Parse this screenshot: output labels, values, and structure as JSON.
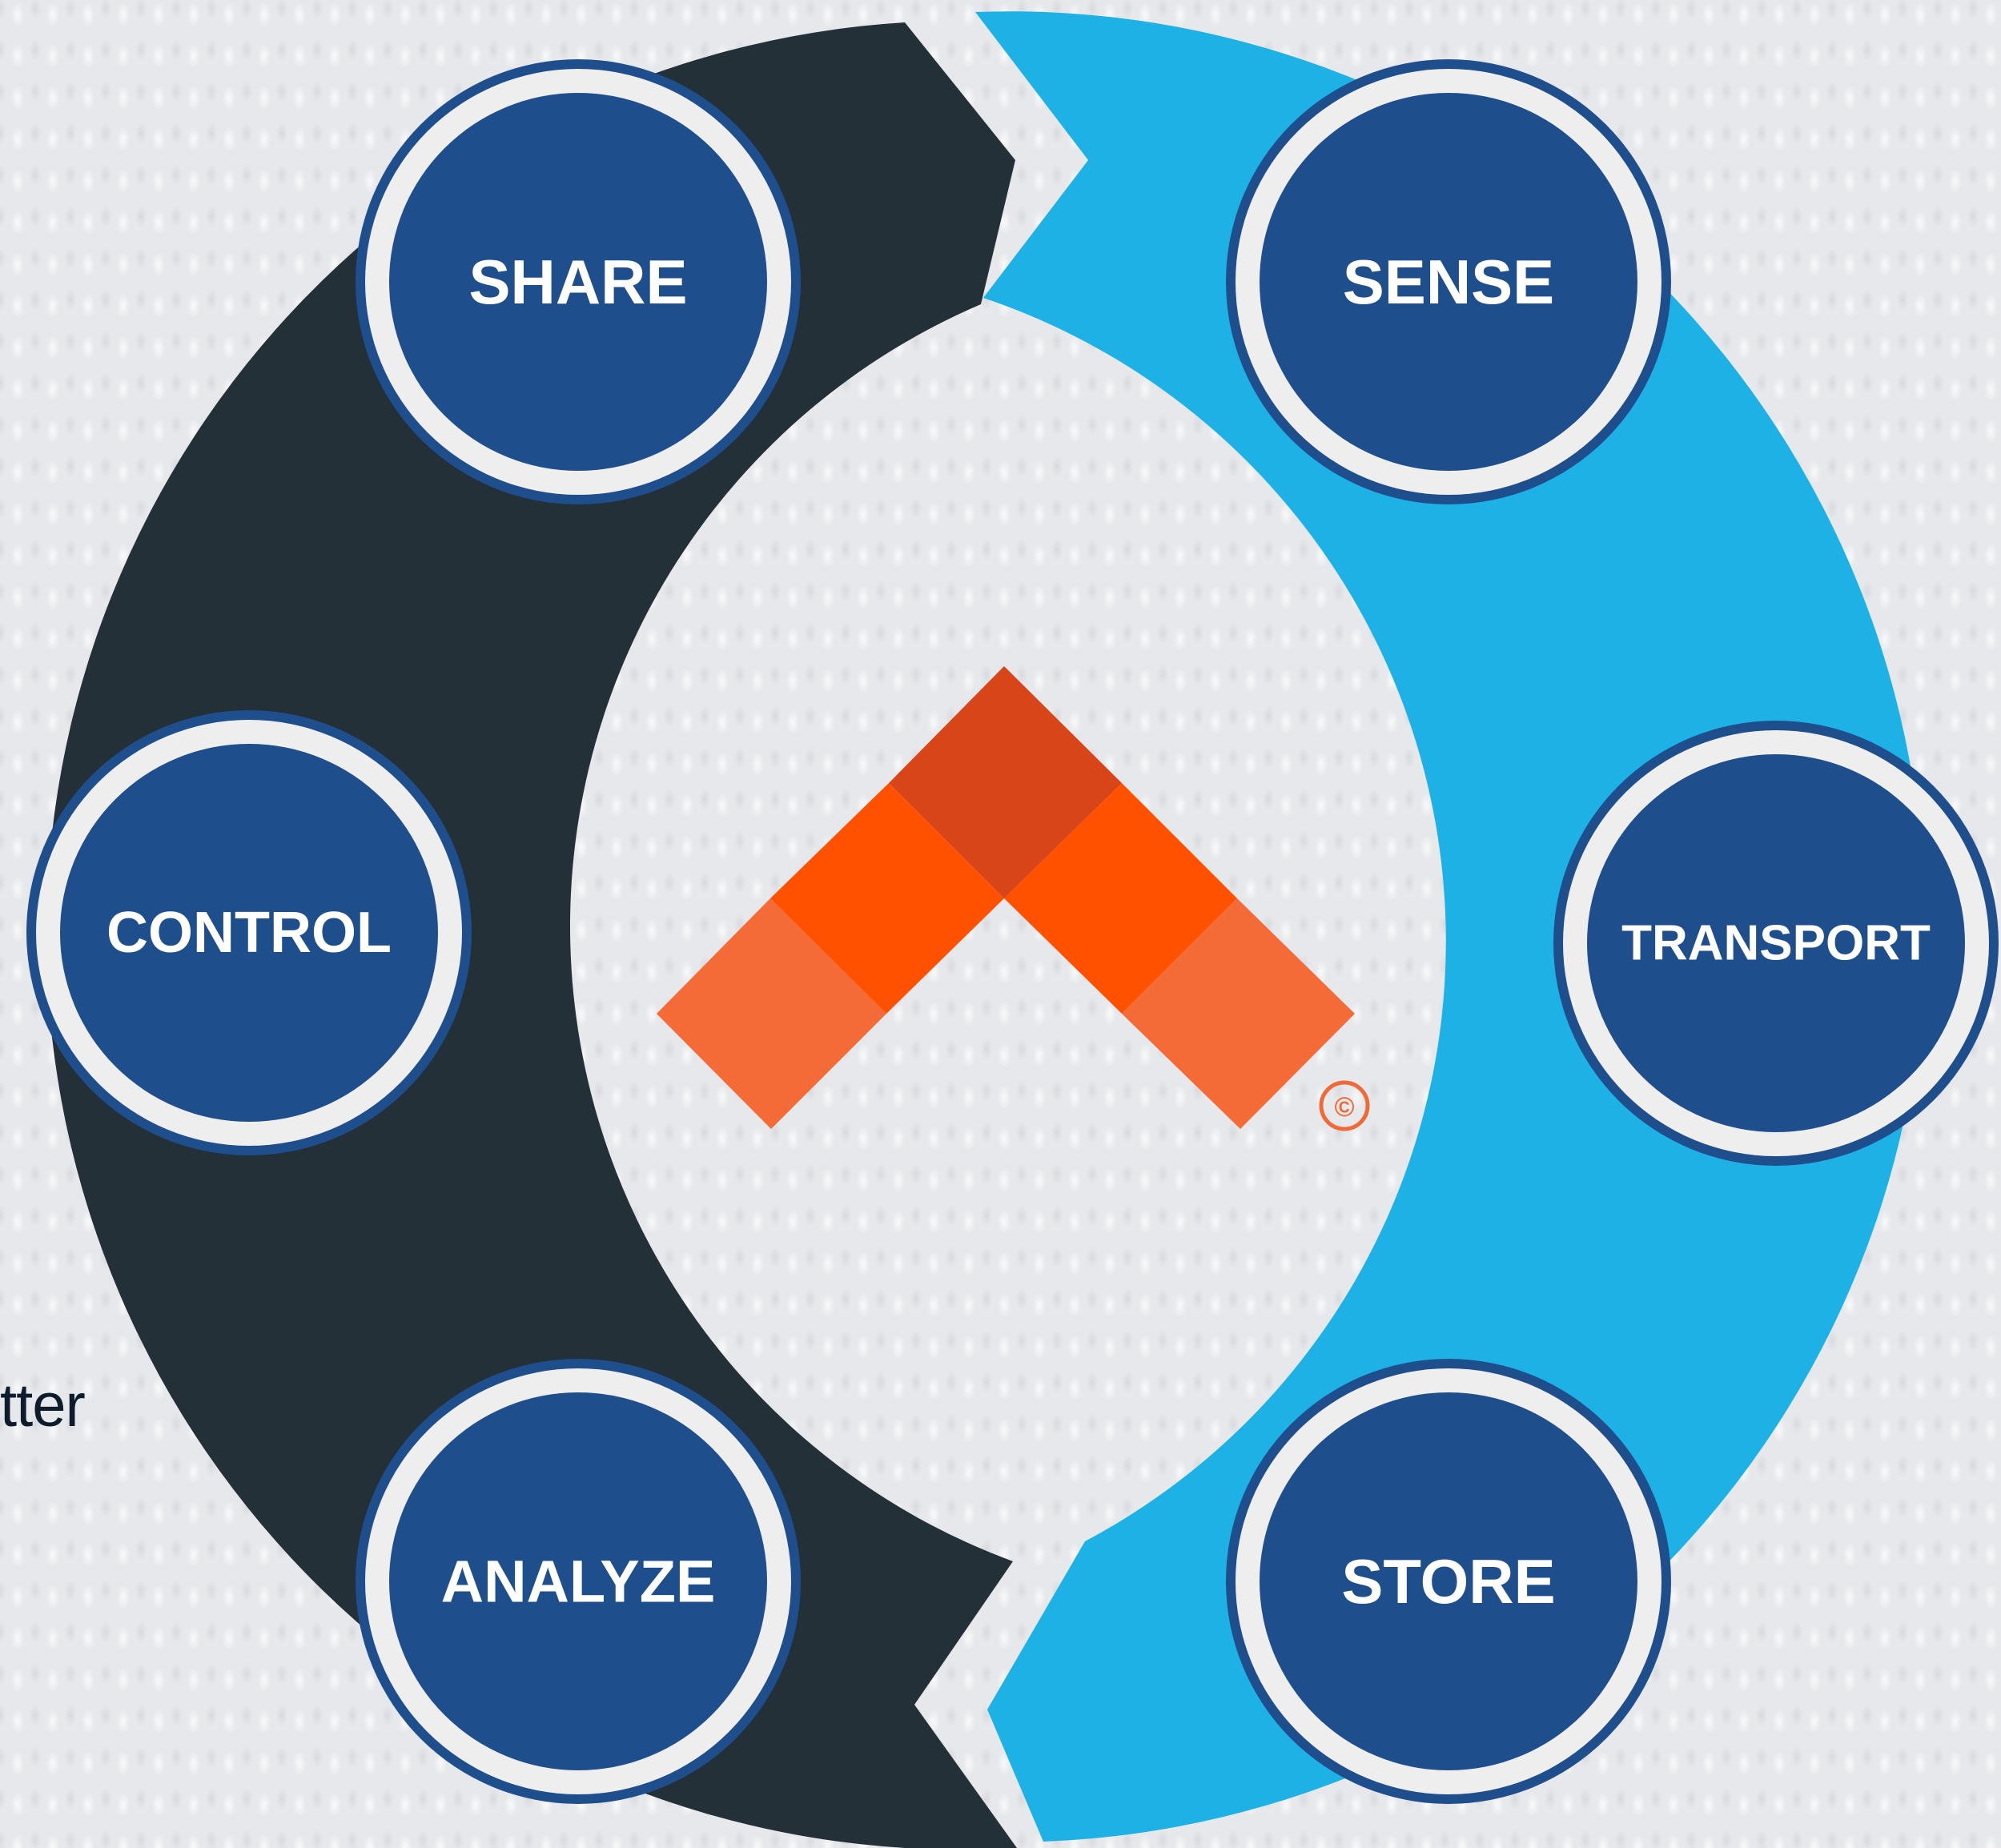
{
  "diagram": {
    "nodes": [
      {
        "id": "share",
        "label": "SHARE"
      },
      {
        "id": "sense",
        "label": "SENSE"
      },
      {
        "id": "control",
        "label": "CONTROL"
      },
      {
        "id": "transport",
        "label": "TRANSPORT"
      },
      {
        "id": "analyze",
        "label": "ANALYZE"
      },
      {
        "id": "store",
        "label": "STORE"
      }
    ],
    "edges": [
      {
        "from": "sense",
        "to": "transport"
      },
      {
        "from": "transport",
        "to": "store"
      },
      {
        "from": "store",
        "to": "analyze"
      },
      {
        "from": "analyze",
        "to": "control"
      },
      {
        "from": "control",
        "to": "share"
      },
      {
        "from": "share",
        "to": "sense"
      }
    ]
  },
  "logo": {
    "symbol": "©",
    "shape": "chevron-up"
  },
  "side_text": "tter",
  "colors": {
    "dark_arc": "#233038",
    "light_arc": "#1eb1e6",
    "node_fill": "#1f4e8c",
    "node_ring": "#1f4e8c",
    "node_gap": "#eeeeee",
    "logo_orange": "#ff5100",
    "logo_dark": "#d84518",
    "logo_light": "#f46b38"
  }
}
